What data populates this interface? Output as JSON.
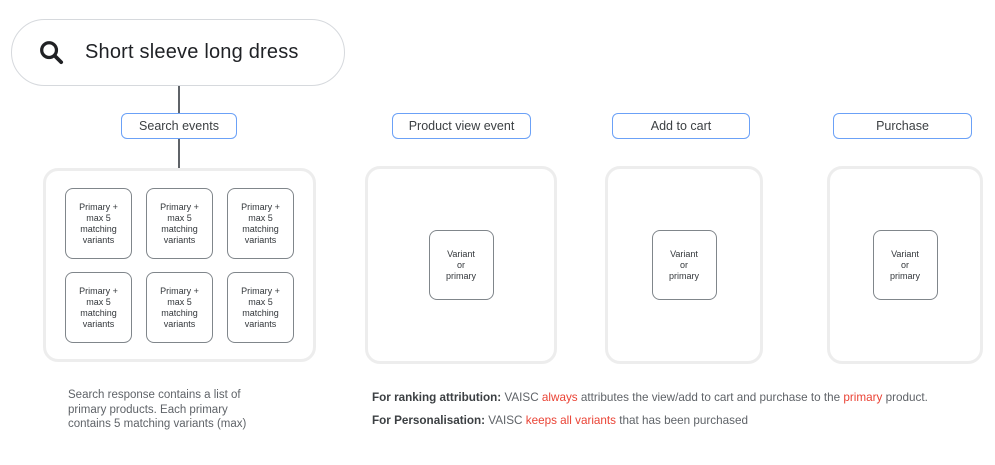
{
  "search_bar": {
    "query": "Short sleeve long dress",
    "icon": "search-icon"
  },
  "flow": {
    "columns": [
      {
        "label": "Search events",
        "cards": [
          "Primary +\nmax 5\nmatching\nvariants",
          "Primary +\nmax 5\nmatching\nvariants",
          "Primary +\nmax 5\nmatching\nvariants",
          "Primary +\nmax 5\nmatching\nvariants",
          "Primary +\nmax 5\nmatching\nvariants",
          "Primary +\nmax 5\nmatching\nvariants"
        ]
      },
      {
        "label": "Product view event",
        "cards": [
          "Variant\nor\nprimary"
        ]
      },
      {
        "label": "Add to cart",
        "cards": [
          "Variant\nor\nprimary"
        ]
      },
      {
        "label": "Purchase",
        "cards": [
          "Variant\nor\nprimary"
        ]
      }
    ]
  },
  "captions": {
    "search_note": "Search response contains a list of\nprimary products. Each primary\ncontains 5 matching variants (max)",
    "ranking_line": {
      "segments": [
        {
          "text": "For ranking attribution:",
          "style": "bold"
        },
        {
          "text": " VAISC ",
          "style": "normal"
        },
        {
          "text": "always",
          "style": "red"
        },
        {
          "text": " attributes the view/add to cart and purchase to the ",
          "style": "normal"
        },
        {
          "text": "primary",
          "style": "red"
        },
        {
          "text": " product.",
          "style": "normal"
        }
      ]
    },
    "personalisation_line": {
      "segments": [
        {
          "text": "For Personalisation:",
          "style": "bold"
        },
        {
          "text": " VAISC ",
          "style": "normal"
        },
        {
          "text": "keeps all variants",
          "style": "red"
        },
        {
          "text": " that has been purchased",
          "style": "normal"
        }
      ]
    }
  },
  "colors": {
    "accent_blue": "#6ba1f7",
    "alert_red": "#ea4335",
    "pill_border": "#d6d9dd",
    "panel_border": "#ededed",
    "card_border": "#80868b",
    "text_dark": "#3c4043",
    "text_gray": "#5f6368"
  }
}
